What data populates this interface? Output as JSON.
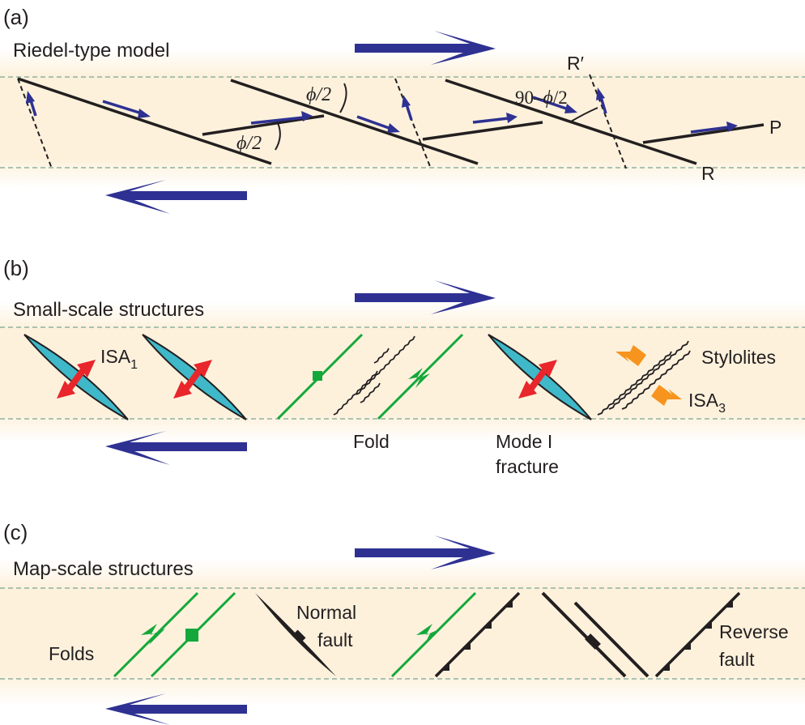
{
  "panels": {
    "a": {
      "label": "(a)",
      "title": "Riedel-type model",
      "angle1": "ϕ/2",
      "angle2": "ϕ/2",
      "angle3_prefix": "90–",
      "angle3_phi": "ϕ",
      "angle3_suffix": "/2",
      "r_prime": "R′",
      "p_label": "P",
      "r_label": "R"
    },
    "b": {
      "label": "(b)",
      "title": "Small-scale structures",
      "isa1_main": "ISA",
      "isa1_sub": "1",
      "isa3_main": "ISA",
      "isa3_sub": "3",
      "stylolites": "Stylolites",
      "fold": "Fold",
      "mode_line1": "Mode I",
      "mode_line2": "fracture"
    },
    "c": {
      "label": "(c)",
      "title": "Map-scale structures",
      "folds": "Folds",
      "normal_line1": "Normal",
      "normal_line2": "fault",
      "reverse_line1": "Reverse",
      "reverse_line2": "fault"
    }
  },
  "colors": {
    "band": "#fdf1dc",
    "boundary": "#8fb2a0",
    "shear_arrow": "#2e3192",
    "line": "#231f20",
    "green": "#14a83a",
    "red": "#e8262b",
    "orange": "#f7941d",
    "cyan": "#3fb8c9"
  }
}
